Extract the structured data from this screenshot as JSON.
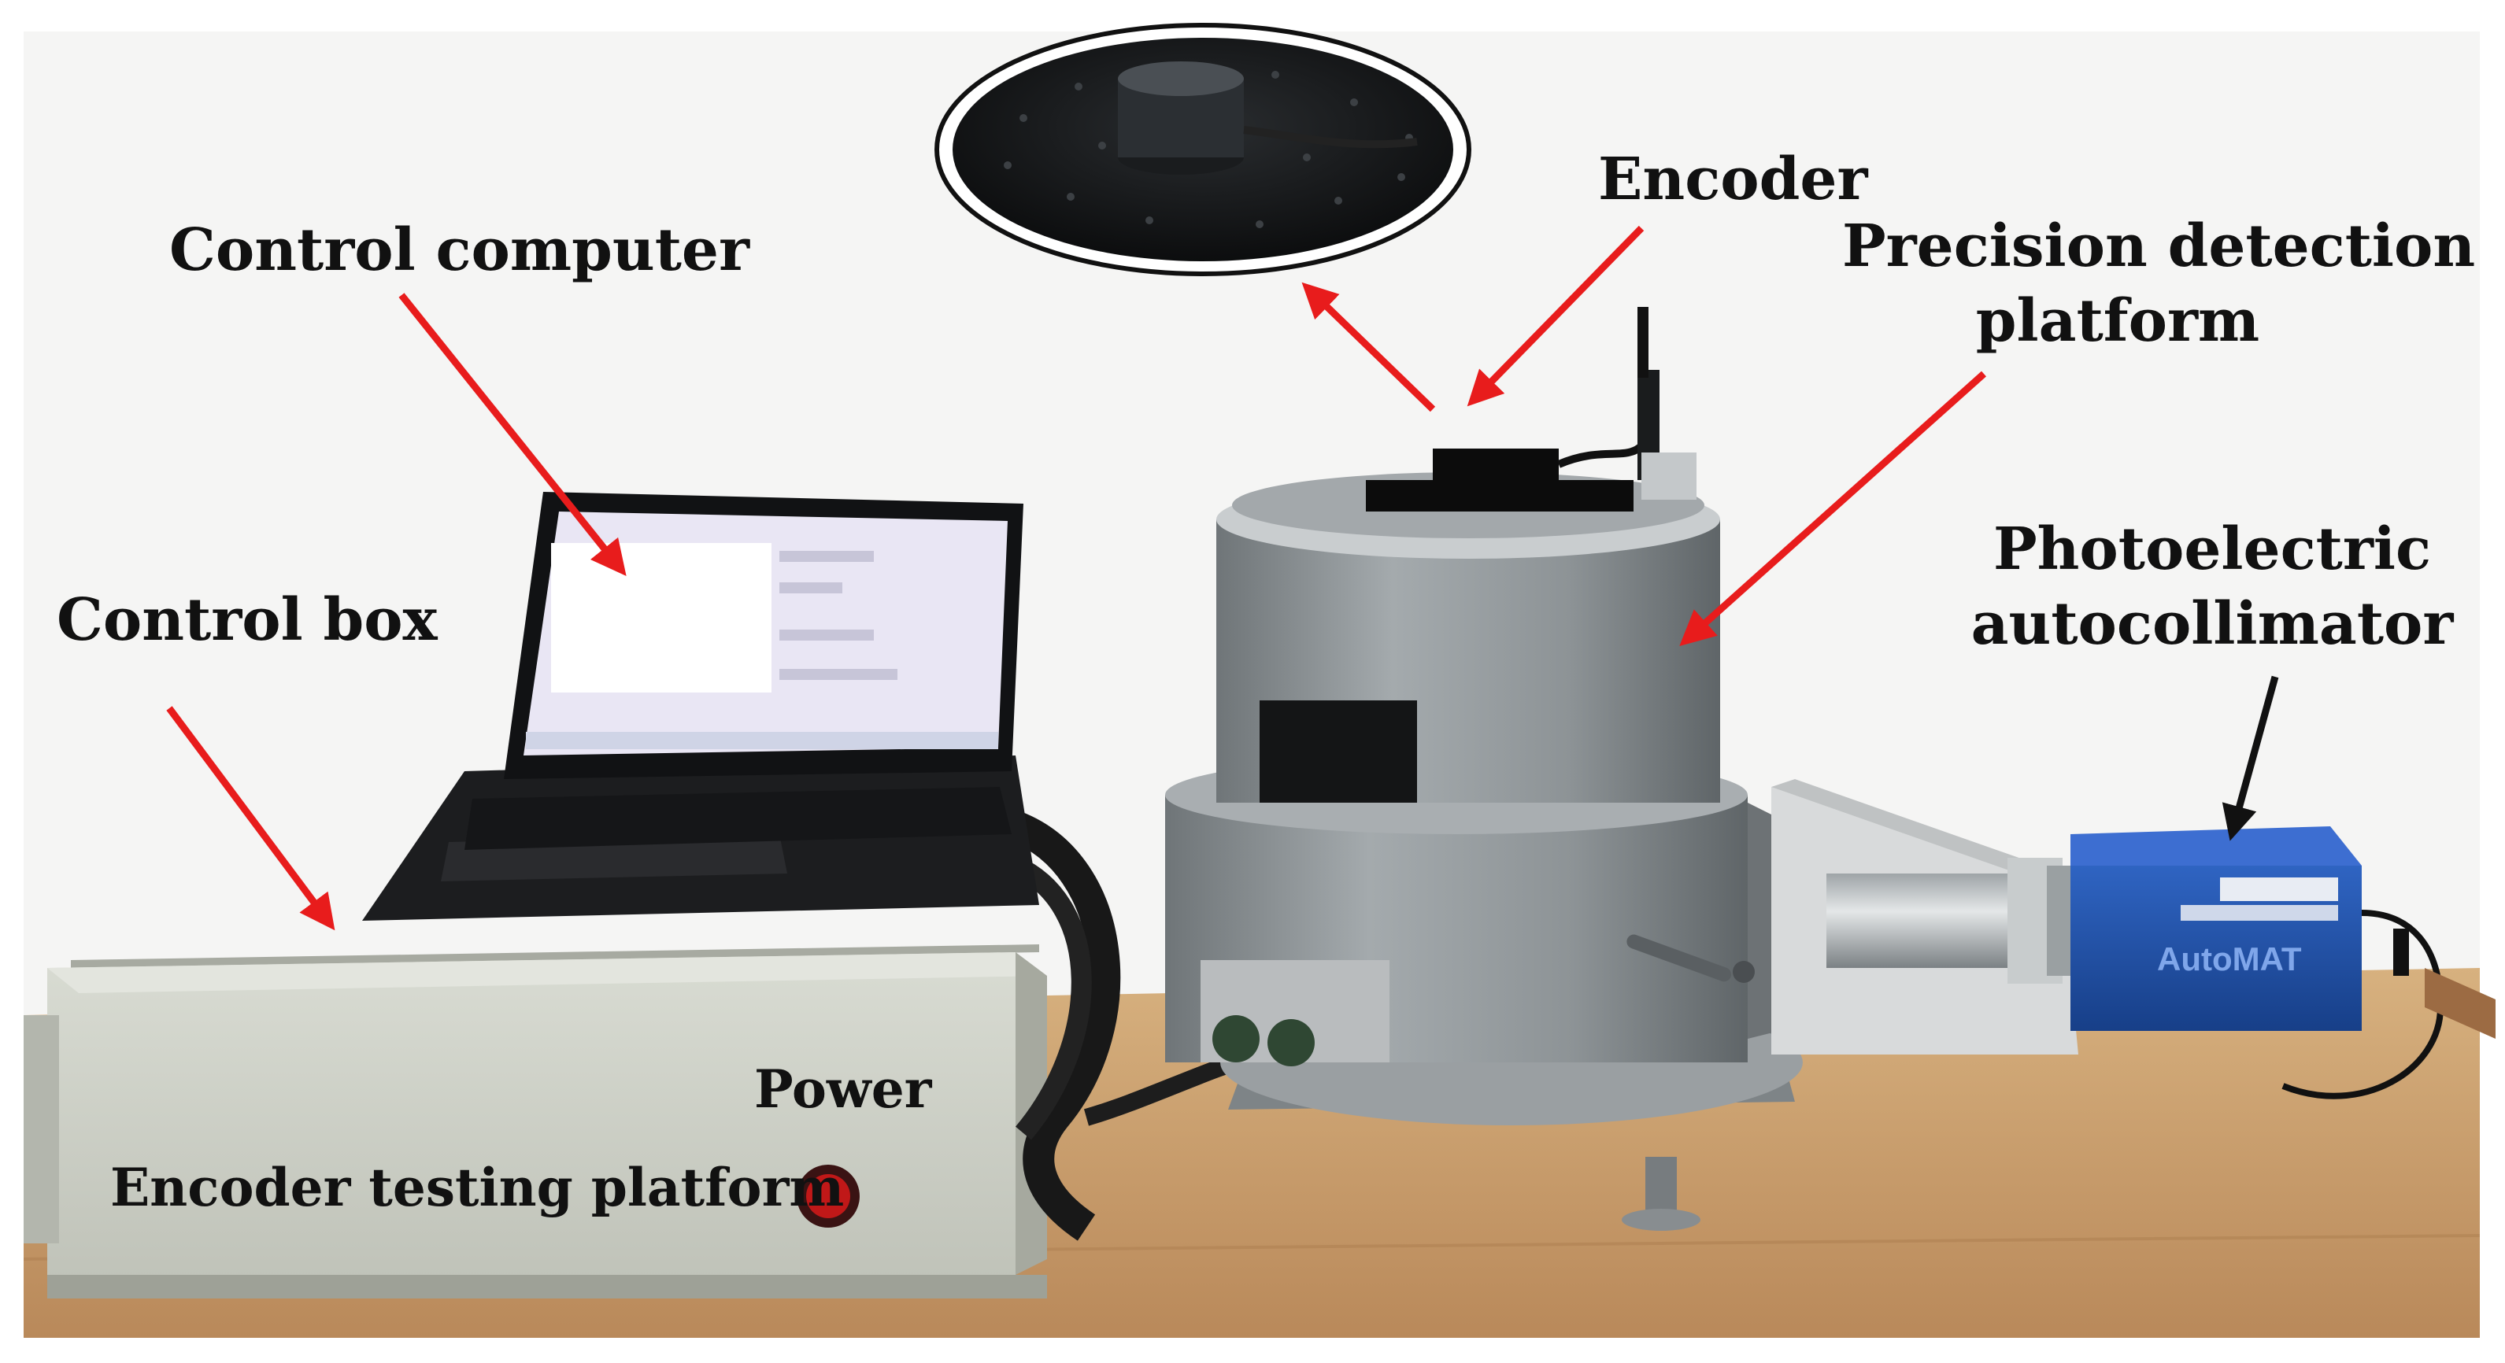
{
  "labels": {
    "encoder": "Encoder",
    "control_computer": "Control computer",
    "precision_line1": "Precision detection",
    "precision_line2": "platform",
    "photoelectric_line1": "Photoelectric",
    "photoelectric_line2": "autocollimator",
    "control_box": "Control box",
    "power": "Power",
    "encoder_testing_platform": "Encoder testing platform",
    "automat": "AutoMAT"
  },
  "colors": {
    "arrow_red": "#e81c1c",
    "arrow_black": "#111111",
    "table": "#c89e6e",
    "platform_gray": "#8f9598",
    "control_box": "#cfd2c9",
    "autocollimator_blue": "#1f4fa8"
  }
}
